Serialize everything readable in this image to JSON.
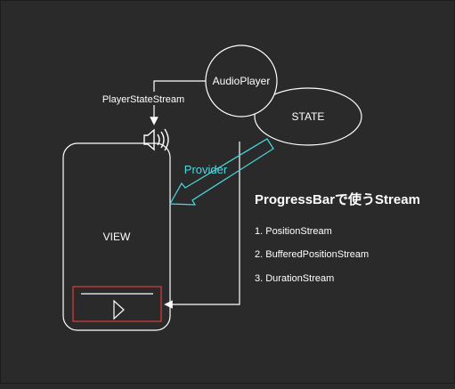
{
  "diagram": {
    "nodes": {
      "audio_player": "AudioPlayer",
      "state": "STATE",
      "view": "VIEW"
    },
    "edges": {
      "player_state_stream": "PlayerStateStream",
      "provider": "Provider"
    },
    "notes": {
      "title": "ProgressBarで使うStream",
      "items": [
        "1. PositionStream",
        "2. BufferedPositionStream",
        "3. DurationStream"
      ]
    },
    "icons": {
      "speaker": "speaker-icon",
      "play": "play-icon"
    },
    "colors": {
      "background": "#2a2a2a",
      "stroke": "#ffffff",
      "provider_accent": "#4dd9e0",
      "progress_box": "#e03c3c"
    }
  }
}
